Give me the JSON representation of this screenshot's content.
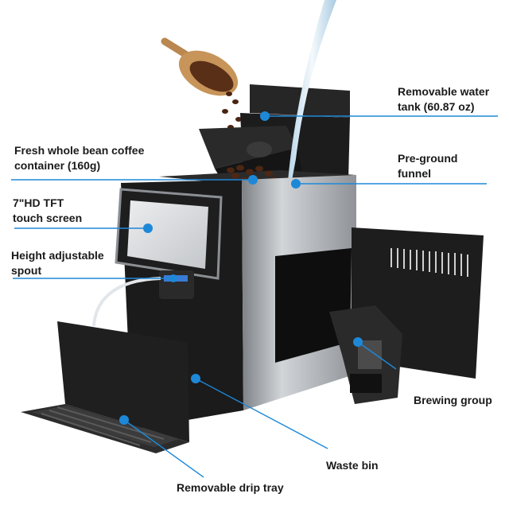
{
  "labels": {
    "water_tank": [
      "Removable water",
      "tank (60.87 oz)"
    ],
    "bean_container": [
      "Fresh whole bean coffee",
      "container (160g)"
    ],
    "funnel": [
      "Pre-ground",
      "funnel"
    ],
    "screen": [
      "7\"HD TFT",
      "touch screen"
    ],
    "spout": [
      "Height adjustable",
      "spout"
    ],
    "brewing_group": "Brewing group",
    "waste_bin": "Waste bin",
    "drip_tray": "Removable drip tray"
  },
  "colors": {
    "leader_line": "#1e88d8",
    "dot": "#1e88d8",
    "machine_body": "#1c1c1c",
    "side_panel": "#a9adb1",
    "water": "#cfe4f2"
  }
}
